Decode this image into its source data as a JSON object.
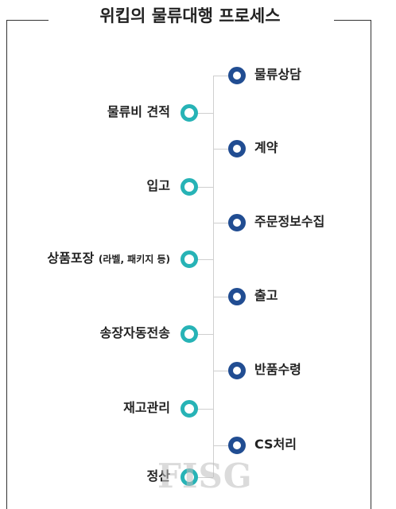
{
  "title": "위킵의 물류대행 프로세스",
  "left_steps": [
    {
      "label": "물류비 견적",
      "note": ""
    },
    {
      "label": "입고",
      "note": ""
    },
    {
      "label": "상품포장",
      "note": "(라벨, 패키지 등)"
    },
    {
      "label": "송장자동전송",
      "note": ""
    },
    {
      "label": "재고관리",
      "note": ""
    },
    {
      "label": "정산",
      "note": ""
    }
  ],
  "right_steps": [
    {
      "label": "물류상담"
    },
    {
      "label": "계약"
    },
    {
      "label": "주문정보수집"
    },
    {
      "label": "출고"
    },
    {
      "label": "반품수령"
    },
    {
      "label": "CS처리"
    }
  ],
  "watermark": "FISG",
  "colors": {
    "left_node": "#27b3b6",
    "right_node": "#214d92",
    "connector": "#cfcfcf"
  }
}
